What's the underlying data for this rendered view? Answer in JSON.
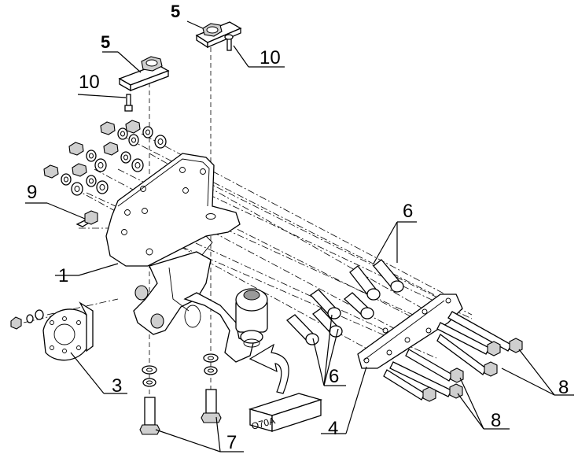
{
  "labels": {
    "l5a": "5",
    "l5b": "5",
    "l10a": "10",
    "l10b": "10",
    "l9": "9",
    "l1": "1",
    "l3": "3",
    "l4": "4",
    "l6a": "6",
    "l6b": "6",
    "l7": "7",
    "l8a": "8",
    "l8b": "8"
  },
  "box_code": "O70A"
}
